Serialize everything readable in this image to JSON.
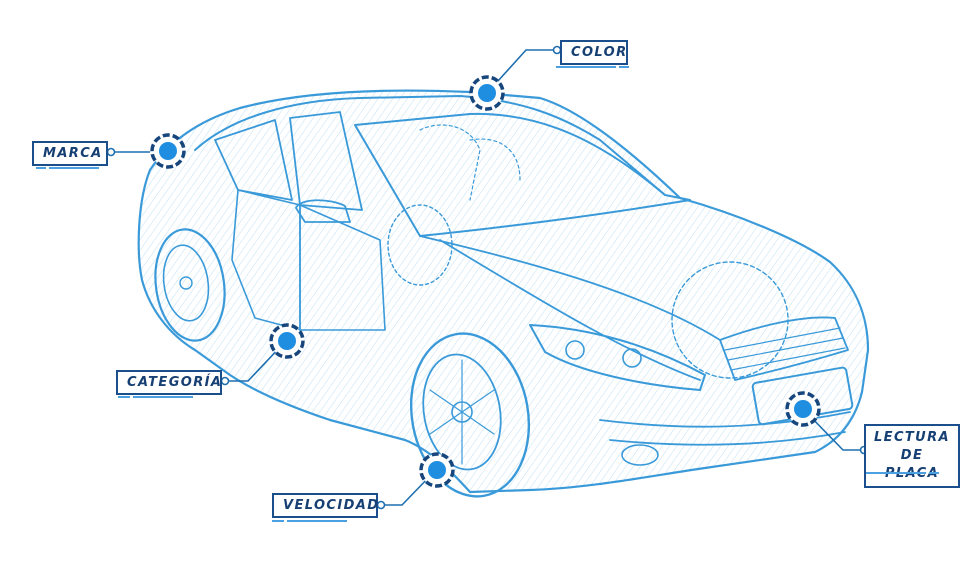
{
  "colors": {
    "outline": "#3a9ad9",
    "outline_dark": "#1e6fb0",
    "label_border": "#1b4f8c",
    "label_text": "#163f73",
    "marker_fill": "#1f8ee0",
    "marker_ring": "#17467d"
  },
  "labels": {
    "color": "COLOR",
    "marca": "MARCA",
    "categoria": "CATEGORÍA",
    "velocidad": "VELOCIDAD",
    "lectura_line1": "LECTURA",
    "lectura_line2": "DE PLACA"
  },
  "icons": {
    "marker": "target-marker-icon",
    "connector": "connector-node-icon"
  }
}
